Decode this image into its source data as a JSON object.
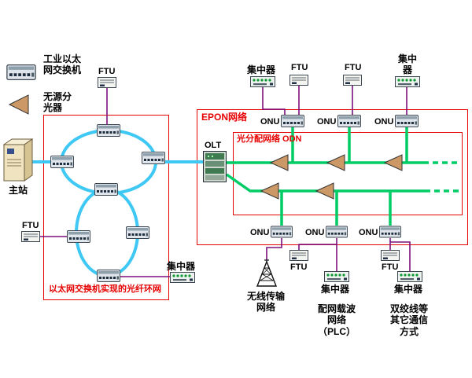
{
  "legend": {
    "switch_label": "工业以太\n网交换机",
    "splitter_label": "无源分\n光器"
  },
  "master_station": {
    "label": "主站"
  },
  "ring_network": {
    "title": "以太网交换机实现的光纤环网",
    "ftu_top_label": "FTU",
    "ftu_left_label": "FTU",
    "concentrator_label": "集中器"
  },
  "epon": {
    "title": "EPON网络",
    "odn_title": "光分配网络 ODN",
    "olt_label": "OLT"
  },
  "top_row": {
    "concentrator1_label": "集中器",
    "ftu1_label": "FTU",
    "ftu2_label": "FTU",
    "concentrator2_label": "集中\n器",
    "onu_labels": [
      "ONU",
      "ONU",
      "ONU"
    ]
  },
  "bottom_row": {
    "onu_labels": [
      "ONU",
      "ONU",
      "ONU"
    ],
    "wireless_label": "无线传输\n网络",
    "ftu1_label": "FTU",
    "concentrator1_label": "集中器",
    "plc_label": "配网载波\n网络\n（PLC）",
    "ftu2_label": "FTU",
    "concentrator2_label": "集中器",
    "twisted_label": "双绞线等\n其它通信\n方式"
  },
  "colors": {
    "frame_red": "#e60000",
    "ring_cyan": "#3fc8f4",
    "fiber_green": "#00cc66",
    "drop_purple": "#7d0f7d",
    "splitter_tan": "#cc9966"
  }
}
